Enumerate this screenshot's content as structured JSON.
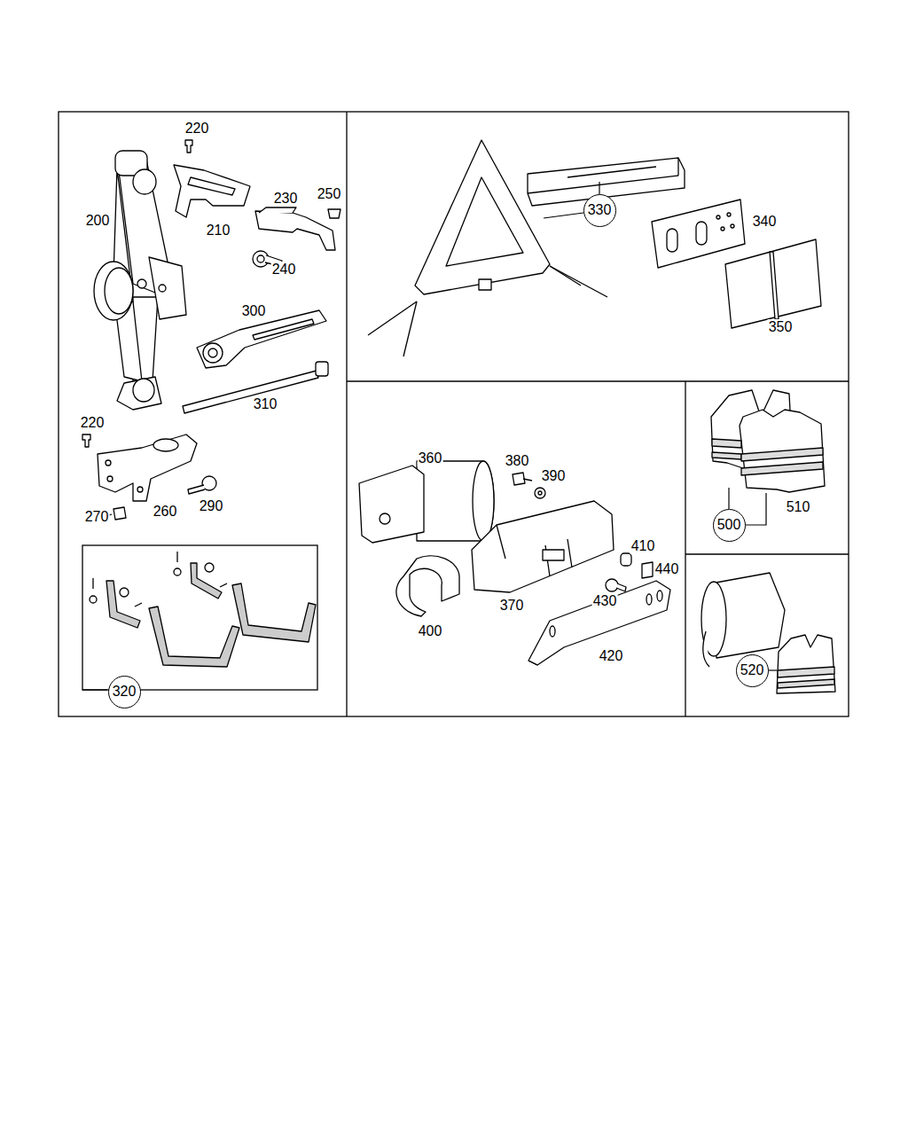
{
  "diagram": {
    "nodes": [
      {
        "text": [
          "320"
        ]
      },
      {
        "text": [
          "330"
        ]
      },
      {
        "text": [
          "500"
        ]
      },
      {
        "text": [
          "520"
        ]
      }
    ],
    "labels": [
      "220",
      "200",
      "230",
      "250",
      "210",
      "240",
      "300",
      "310",
      "220",
      "270",
      "260",
      "290",
      "340",
      "350",
      "360",
      "380",
      "390",
      "410",
      "440",
      "370",
      "430",
      "400",
      "420",
      "510"
    ]
  }
}
